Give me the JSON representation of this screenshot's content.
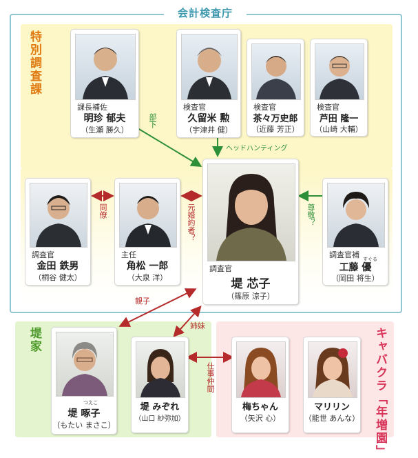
{
  "title": "会計検査庁",
  "groups": {
    "tokubetsu": "特別調査課",
    "home": "堤家",
    "club": "キャバクラ「年増園」"
  },
  "people": {
    "myochin": {
      "role": "課長補佐",
      "name": "明珍 郁夫",
      "actor": "（生瀬 勝久）"
    },
    "kurume": {
      "role": "検査官",
      "name": "久留米 勲",
      "actor": "（宇津井 健）"
    },
    "sasaman": {
      "role": "検査官",
      "name": "茶々万史郎",
      "actor": "（近藤 芳正）"
    },
    "ashida": {
      "role": "検査官",
      "name": "芦田 隆一",
      "actor": "（山崎 大輔）"
    },
    "kaneda": {
      "role": "調査官",
      "name": "金田 鉄男",
      "actor": "（桐谷 健太）"
    },
    "kakumatsu": {
      "role": "主任",
      "name": "角松 一郎",
      "actor": "（大泉 洋）"
    },
    "tsutsumi": {
      "role": "調査官",
      "name": "堤 芯子",
      "actor": "（篠原 涼子）"
    },
    "kudo": {
      "role": "調査官補",
      "name": "工藤 優",
      "actor": "（岡田 将生）",
      "ruby": "すぐる"
    },
    "takuko": {
      "name": "堤 啄子",
      "actor": "（もたい まさこ）",
      "ruby": "つえこ"
    },
    "mizore": {
      "name": "堤 みぞれ",
      "actor": "（山口 紗弥加）"
    },
    "ume": {
      "name": "梅ちゃん",
      "actor": "（矢沢 心）"
    },
    "marilyn": {
      "name": "マリリン",
      "actor": "（能世 あんな）"
    }
  },
  "relations": {
    "buka": "部下",
    "headhunting": "ヘッドハンティング",
    "doryo": "同僚",
    "motokonyakusha": "元婚約者？",
    "sonkei": "尊敬？",
    "oyako": "親子",
    "shimai": "姉妹",
    "shigotonakama": "仕事仲間"
  },
  "colors": {
    "frame": "#8fc6d0",
    "title": "#3b98ad",
    "tokubetsu_label": "#e07b12",
    "home_label": "#4d9a2a",
    "club_label": "#d8365a",
    "arrow_red": "#b52a2a",
    "arrow_green": "#2d8f38"
  }
}
